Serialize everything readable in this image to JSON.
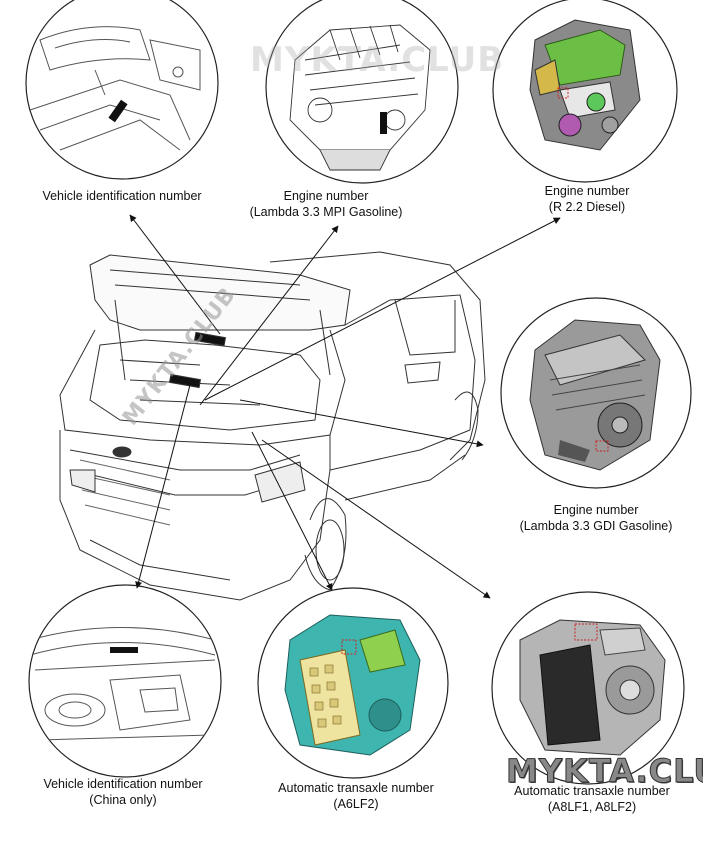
{
  "callouts": {
    "vin_top": {
      "line1": "Vehicle identification number"
    },
    "engine_mpi": {
      "line1": "Engine number",
      "line2": "(Lambda 3.3  MPI Gasoline)"
    },
    "engine_diesel": {
      "line1": "Engine number",
      "line2": "(R 2.2 Diesel)"
    },
    "engine_gdi": {
      "line1": "Engine number",
      "line2": "(Lambda 3.3 GDI Gasoline)"
    },
    "vin_china": {
      "line1": "Vehicle identification number",
      "line2": "(China only)"
    },
    "transaxle_a6": {
      "line1": "Automatic transaxle number",
      "line2": "(A6LF2)"
    },
    "transaxle_a8": {
      "line1": "Automatic transaxle number",
      "line2": "(A8LF1, A8LF2)"
    }
  },
  "watermarks": {
    "top": "MYKTA.CLUB",
    "diagonal": "MYKTA.CLUB",
    "bottom": "MYKTA.CLUB"
  },
  "colors": {
    "line": "#222222",
    "engine_diesel": "#5a9a3a",
    "transaxle_a6": "#3fb5b0",
    "transaxle_a6_accent": "#8fd14f",
    "marker": "#cc2222"
  }
}
